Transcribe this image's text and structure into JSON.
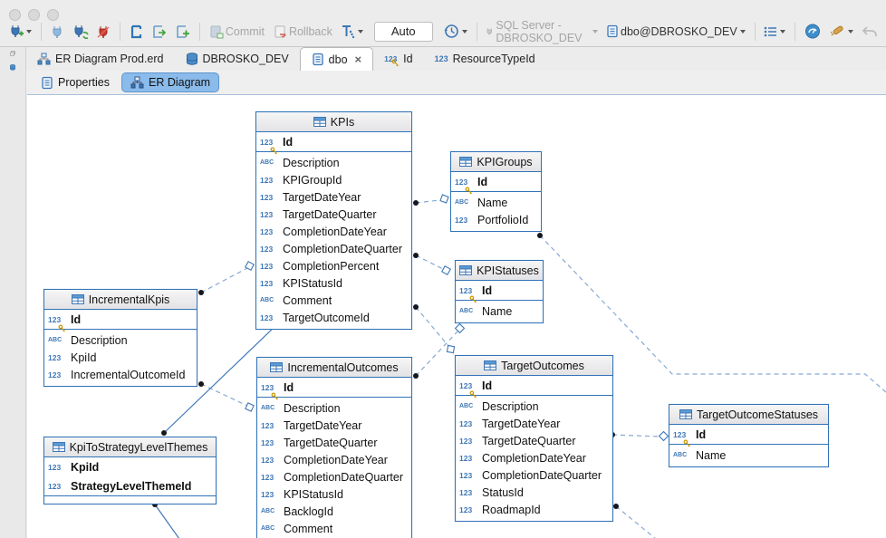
{
  "window": {
    "controls": [
      "close",
      "minimize",
      "zoom"
    ]
  },
  "toolbar": {
    "commit_label": "Commit",
    "rollback_label": "Rollback",
    "txn_mode_value": "Auto",
    "connection_label": "SQL Server - DBROSKO_DEV",
    "schema_label": "dbo@DBROSKO_DEV"
  },
  "tabs": [
    {
      "label": "ER Diagram Prod.erd",
      "icon": "er-diagram-icon",
      "active": false
    },
    {
      "label": "DBROSKO_DEV",
      "icon": "database-icon",
      "active": false
    },
    {
      "label": "dbo",
      "icon": "document-icon",
      "active": true,
      "closable": true
    },
    {
      "label": "Id",
      "icon": "number-key-icon",
      "active": false
    },
    {
      "label": "ResourceTypeId",
      "icon": "number-icon",
      "active": false
    }
  ],
  "subtabs": [
    {
      "label": "Properties",
      "icon": "document-icon",
      "active": false
    },
    {
      "label": "ER Diagram",
      "icon": "er-diagram-icon",
      "active": true
    }
  ],
  "diagram": {
    "entities": [
      {
        "id": "kpis",
        "name": "KPIs",
        "columns": [
          {
            "name": "Id",
            "type": "num",
            "pk": true,
            "key": true
          },
          {
            "name": "Description",
            "type": "text"
          },
          {
            "name": "KPIGroupId",
            "type": "num"
          },
          {
            "name": "TargetDateYear",
            "type": "num"
          },
          {
            "name": "TargetDateQuarter",
            "type": "num"
          },
          {
            "name": "CompletionDateYear",
            "type": "num"
          },
          {
            "name": "CompletionDateQuarter",
            "type": "num"
          },
          {
            "name": "CompletionPercent",
            "type": "num"
          },
          {
            "name": "KPIStatusId",
            "type": "num"
          },
          {
            "name": "Comment",
            "type": "text"
          },
          {
            "name": "TargetOutcomeId",
            "type": "num"
          }
        ]
      },
      {
        "id": "kpigroups",
        "name": "KPIGroups",
        "columns": [
          {
            "name": "Id",
            "type": "num",
            "pk": true,
            "key": true
          },
          {
            "name": "Name",
            "type": "text"
          },
          {
            "name": "PortfolioId",
            "type": "num"
          }
        ]
      },
      {
        "id": "kpistatuses",
        "name": "KPIStatuses",
        "columns": [
          {
            "name": "Id",
            "type": "num",
            "pk": true,
            "key": true
          },
          {
            "name": "Name",
            "type": "text"
          }
        ]
      },
      {
        "id": "incrementalkpis",
        "name": "IncrementalKpis",
        "columns": [
          {
            "name": "Id",
            "type": "num",
            "pk": true,
            "key": true
          },
          {
            "name": "Description",
            "type": "text"
          },
          {
            "name": "KpiId",
            "type": "num"
          },
          {
            "name": "IncrementalOutcomeId",
            "type": "num"
          }
        ]
      },
      {
        "id": "kpitostrategy",
        "name": "KpiToStrategyLevelThemes",
        "empty_body": true,
        "columns": [
          {
            "name": "KpiId",
            "type": "num",
            "pk": true
          },
          {
            "name": "StrategyLevelThemeId",
            "type": "num",
            "pk": true
          }
        ]
      },
      {
        "id": "incrementaloutcomes",
        "name": "IncrementalOutcomes",
        "columns": [
          {
            "name": "Id",
            "type": "num",
            "pk": true,
            "key": true
          },
          {
            "name": "Description",
            "type": "text"
          },
          {
            "name": "TargetDateYear",
            "type": "num"
          },
          {
            "name": "TargetDateQuarter",
            "type": "num"
          },
          {
            "name": "CompletionDateYear",
            "type": "num"
          },
          {
            "name": "CompletionDateQuarter",
            "type": "num"
          },
          {
            "name": "KPIStatusId",
            "type": "num"
          },
          {
            "name": "BacklogId",
            "type": "text"
          },
          {
            "name": "Comment",
            "type": "text"
          }
        ]
      },
      {
        "id": "targetoutcomes",
        "name": "TargetOutcomes",
        "columns": [
          {
            "name": "Id",
            "type": "num",
            "pk": true,
            "key": true
          },
          {
            "name": "Description",
            "type": "text"
          },
          {
            "name": "TargetDateYear",
            "type": "num"
          },
          {
            "name": "TargetDateQuarter",
            "type": "num"
          },
          {
            "name": "CompletionDateYear",
            "type": "num"
          },
          {
            "name": "CompletionDateQuarter",
            "type": "num"
          },
          {
            "name": "StatusId",
            "type": "num"
          },
          {
            "name": "RoadmapId",
            "type": "num"
          }
        ]
      },
      {
        "id": "targetoutcomestatuses",
        "name": "TargetOutcomeStatuses",
        "columns": [
          {
            "name": "Id",
            "type": "num",
            "pk": true,
            "key": true
          },
          {
            "name": "Name",
            "type": "text"
          }
        ]
      }
    ],
    "relationships": [
      {
        "from": "KPIs.KPIGroupId",
        "to": "KPIGroups",
        "style": "dashed"
      },
      {
        "from": "KPIs.KPIStatusId",
        "to": "KPIStatuses",
        "style": "dashed"
      },
      {
        "from": "KPIs.TargetOutcomeId",
        "to": "TargetOutcomes",
        "style": "dashed"
      },
      {
        "from": "IncrementalOutcomes.KPIStatusId",
        "to": "KPIStatuses",
        "style": "dashed"
      },
      {
        "from": "KPIGroups.PortfolioId",
        "to": "offscreen-right",
        "style": "dashed"
      },
      {
        "from": "IncrementalKpis.KpiId",
        "to": "KPIs",
        "style": "dashed"
      },
      {
        "from": "IncrementalKpis.IncrementalOutcomeId",
        "to": "IncrementalOutcomes",
        "style": "dashed"
      },
      {
        "from": "KpiToStrategyLevelThemes.KpiId",
        "to": "KPIs",
        "style": "solid"
      },
      {
        "from": "KpiToStrategyLevelThemes.StrategyLevelThemeId",
        "to": "offscreen-bottom",
        "style": "solid"
      },
      {
        "from": "TargetOutcomes.StatusId",
        "to": "TargetOutcomeStatuses",
        "style": "dashed"
      },
      {
        "from": "TargetOutcomes.RoadmapId",
        "to": "offscreen-bottom",
        "style": "dashed"
      }
    ],
    "colors": {
      "entity_border": "#3273b8",
      "wire": "#86a9d4",
      "wire_solid": "#3e77b5",
      "key_gold": "#c99700",
      "icon_blue": "#3e77b5"
    }
  }
}
